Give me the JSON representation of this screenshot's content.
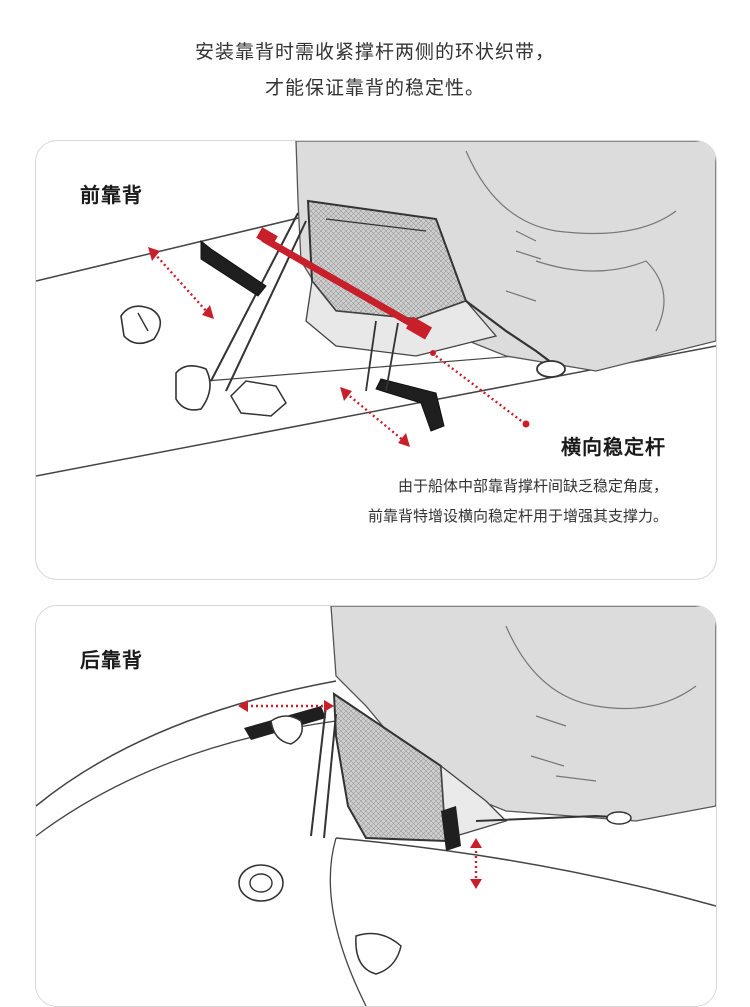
{
  "intro": {
    "line1": "安装靠背时需收紧撑杆两侧的环状织带，",
    "line2": "才能保证靠背的稳定性。"
  },
  "front_section": {
    "title": "前靠背",
    "callout_title": "横向稳定杆",
    "callout_desc_line1": "由于船体中部靠背撑杆间缺乏稳定角度，",
    "callout_desc_line2": "前靠背特增设横向稳定杆用于增强其支撑力。"
  },
  "rear_section": {
    "title": "后靠背"
  },
  "colors": {
    "accent_red": "#c8202a",
    "line_gray": "#555555",
    "fill_gray": "#d9d9d9",
    "card_border": "#d6d6d6"
  }
}
